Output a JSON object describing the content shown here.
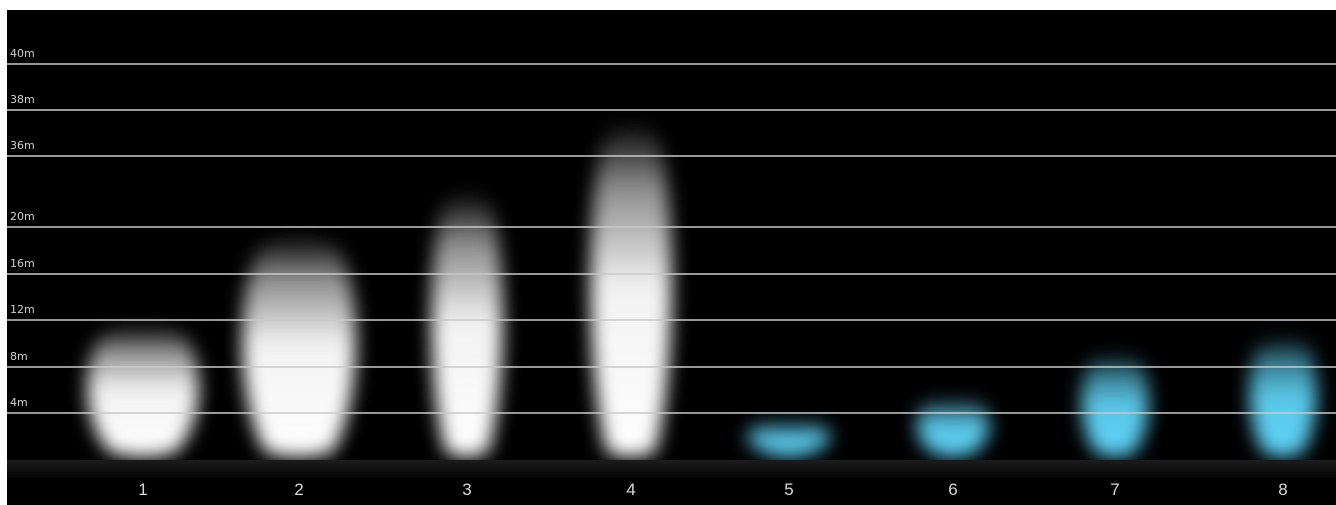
{
  "chart_data": {
    "type": "bar",
    "title": "",
    "xlabel": "",
    "ylabel": "",
    "y_tick_labels": [
      "4m",
      "8m",
      "12m",
      "16m",
      "20m",
      "36m",
      "38m",
      "40m"
    ],
    "categories": [
      "1",
      "2",
      "3",
      "4",
      "5",
      "6",
      "7",
      "8"
    ],
    "values": [
      12,
      20,
      30,
      38,
      3.5,
      5.5,
      9.5,
      11
    ],
    "beam_colors": [
      "#ffffff",
      "#ffffff",
      "#ffffff",
      "#ffffff",
      "#5fd2f5",
      "#5fd2f5",
      "#5fd2f5",
      "#5fd2f5"
    ],
    "background": "#000000",
    "gridline_color": "#c9c9c9",
    "grid": true,
    "legend": "none"
  }
}
